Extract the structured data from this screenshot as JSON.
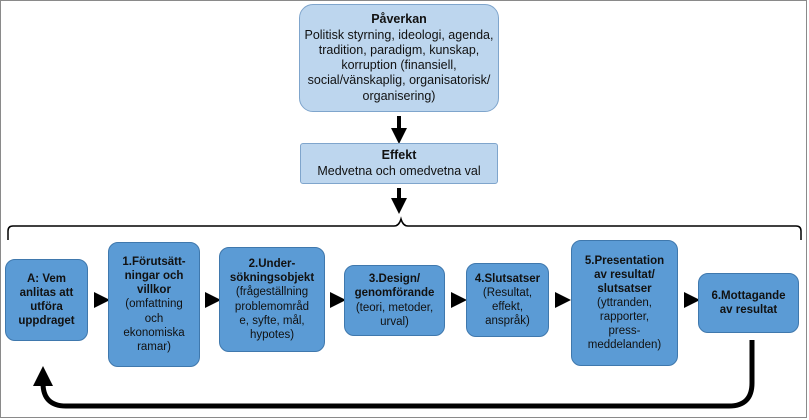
{
  "influence": {
    "title": "Påverkan",
    "text": "Politisk styrning, ideologi, agenda,\ntradition, paradigm, kunskap,\nkorruption (finansiell,\nsocial/vänskaplig, organisatorisk/\norganisering)"
  },
  "effect": {
    "title": "Effekt",
    "text": "Medvetna och omedvetna val"
  },
  "steps": [
    {
      "title": "A: Vem\nanlitas att\nutföra\nuppdraget",
      "text": ""
    },
    {
      "title": "1.Förutsätt-\nningar och\nvillkor",
      "text": "(omfattning\noch\nekonomiska\nramar)"
    },
    {
      "title": "2.Under-\nsökningsobjekt",
      "text": "(frågeställning\nproblemområd\ne, syfte, mål,\nhypotes)"
    },
    {
      "title": "3.Design/\ngenomförande",
      "text": "(teori, metoder,\nurval)"
    },
    {
      "title": "4.Slutsatser",
      "text": "(Resultat,\neffekt,\nanspråk)"
    },
    {
      "title": "5.Presentation\nav resultat/\nslutsatser",
      "text": "(yttranden,\nrapporter,\npress-\nmeddelanden)"
    },
    {
      "title": "6.Mottagande\nav resultat",
      "text": ""
    }
  ]
}
